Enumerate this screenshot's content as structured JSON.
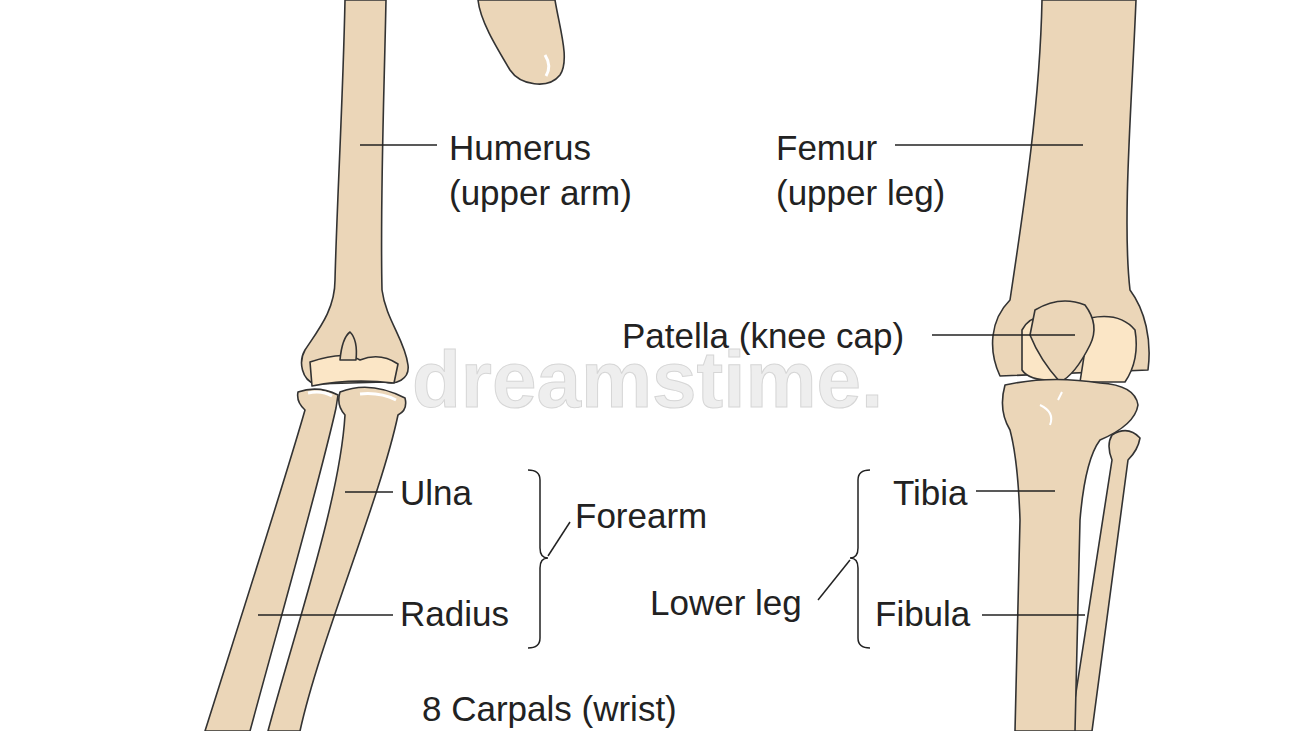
{
  "diagram": {
    "labels": [
      "Humerus (upper arm)",
      "Femur (upper leg)",
      "Patella (knee cap)",
      "Ulna",
      "Forearm",
      "Tibia",
      "Lower leg",
      "Radius",
      "Fibula",
      "8 Carpals (wrist)",
      "dreamstime."
    ]
  }
}
